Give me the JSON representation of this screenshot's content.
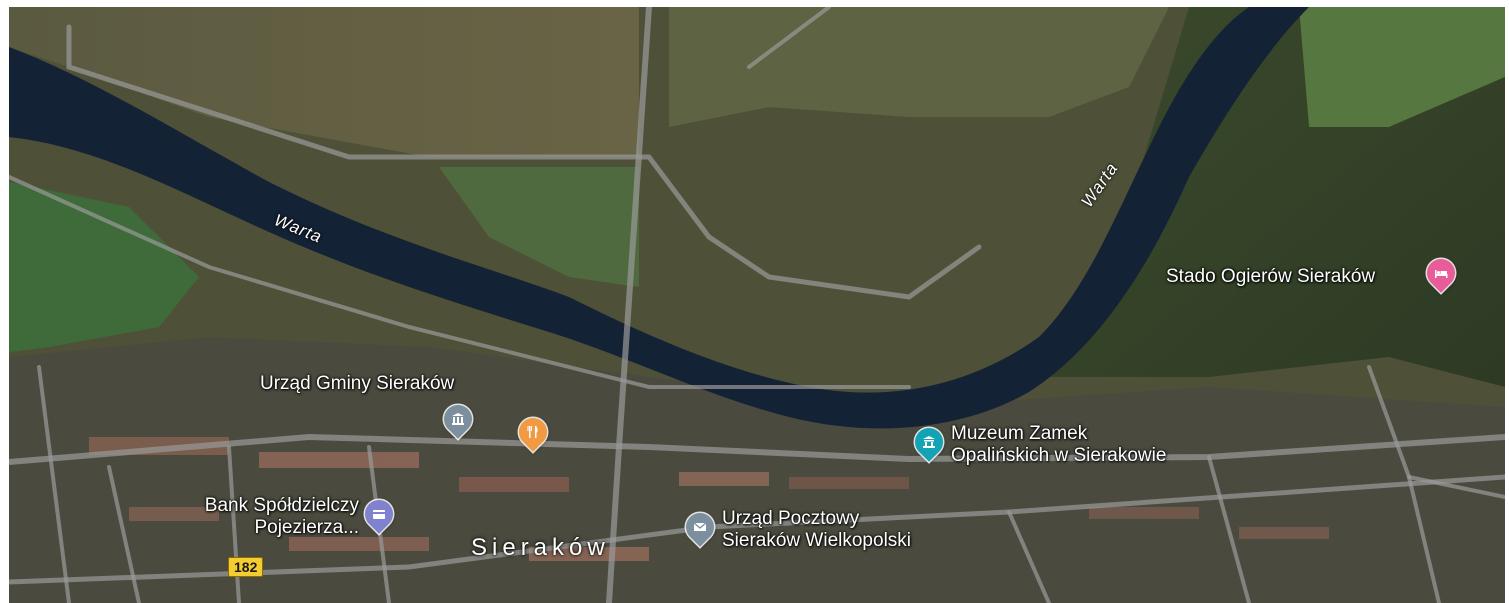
{
  "map": {
    "rivers": [
      {
        "id": "warta-left",
        "label": "Warta"
      },
      {
        "id": "warta-right",
        "label": "Warta"
      }
    ],
    "town": {
      "label": "Sieraków"
    },
    "road_shields": [
      {
        "id": "road-182",
        "label": "182",
        "color": "#f5cd2f"
      }
    ],
    "places": [
      {
        "id": "urzad-gminy",
        "name": "Urząd Gminy Sieraków",
        "icon": "bank-building-icon",
        "color": "#7b8f9e"
      },
      {
        "id": "restaurant",
        "name": "",
        "icon": "restaurant-fork-knife-icon",
        "color": "#f29a41"
      },
      {
        "id": "muzeum",
        "name_lines": [
          "Muzeum Zamek",
          "Opalińskich w Sierakowie"
        ],
        "icon": "museum-icon",
        "color": "#14a3b4"
      },
      {
        "id": "bank",
        "name_lines": [
          "Bank Spółdzielczy",
          "Pojezierza..."
        ],
        "icon": "bank-card-icon",
        "color": "#8081cf"
      },
      {
        "id": "poczta",
        "name_lines": [
          "Urząd Pocztowy",
          "Sieraków Wielkopolski"
        ],
        "icon": "mail-icon",
        "color": "#7b8f9e"
      },
      {
        "id": "stado",
        "name": "Stado Ogierów Sieraków",
        "icon": "hotel-bed-icon",
        "color": "#e85c9a"
      }
    ],
    "colors": {
      "river": "#142236",
      "fields": "#4a5a3a",
      "road": "#9a9a9a"
    }
  }
}
